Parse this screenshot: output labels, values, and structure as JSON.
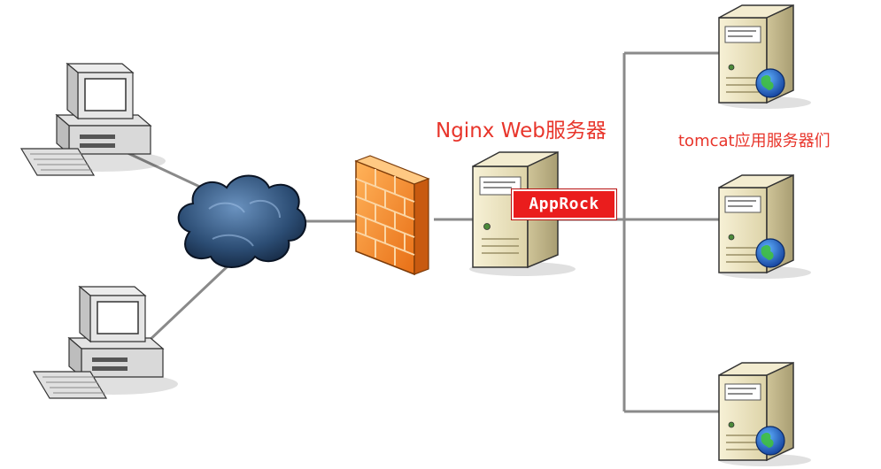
{
  "labels": {
    "nginx": "Nginx Web服务器",
    "tomcat": "tomcat应用服务器们",
    "badge": "AppRock"
  },
  "nodes": [
    {
      "type": "client-computer"
    },
    {
      "type": "client-computer"
    },
    {
      "type": "internet-cloud"
    },
    {
      "type": "firewall"
    },
    {
      "type": "nginx-server"
    },
    {
      "type": "tomcat-server"
    },
    {
      "type": "tomcat-server"
    },
    {
      "type": "tomcat-server"
    }
  ],
  "colors": {
    "label": "#e8352b",
    "badge_bg": "#ea1d1d",
    "link": "#8a8a8a",
    "server": "#efe8c8",
    "firewall": "#f28a2b",
    "cloud": "#2f4f73"
  }
}
